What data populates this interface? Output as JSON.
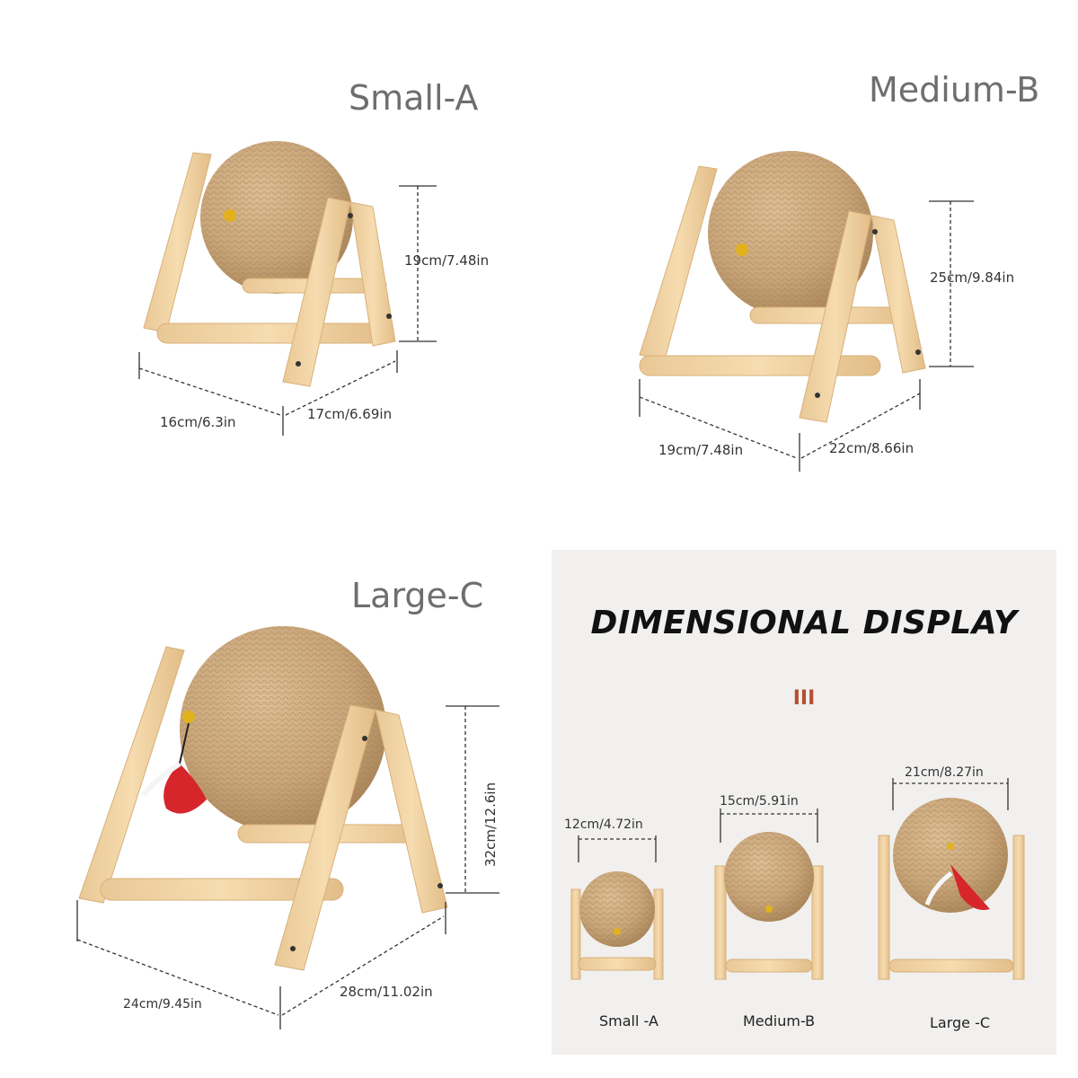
{
  "panels": {
    "small": {
      "title": "Small-A",
      "height": "19cm/7.48in",
      "width": "16cm/6.3in",
      "depth": "17cm/6.69in"
    },
    "medium": {
      "title": "Medium-B",
      "height": "25cm/9.84in",
      "width": "19cm/7.48in",
      "depth": "22cm/8.66in"
    },
    "large": {
      "title": "Large-C",
      "height": "32cm/12.6in",
      "width": "24cm/9.45in",
      "depth": "28cm/11.02in"
    },
    "display": {
      "title": "DIMENSIONAL DISPLAY",
      "divider": "III",
      "items": [
        {
          "diameter": "12cm/4.72in",
          "caption": "Small -A"
        },
        {
          "diameter": "15cm/5.91in",
          "caption": "Medium-B"
        },
        {
          "diameter": "21cm/8.27in",
          "caption": "Large -C"
        }
      ]
    }
  },
  "colors": {
    "sisal": "#c9a57a",
    "sisal_dark": "#a88558",
    "wood": "#f0d3a4",
    "wood_edge": "#d7b07a",
    "bell": "#e2b21c",
    "feather": "#d6262b"
  }
}
